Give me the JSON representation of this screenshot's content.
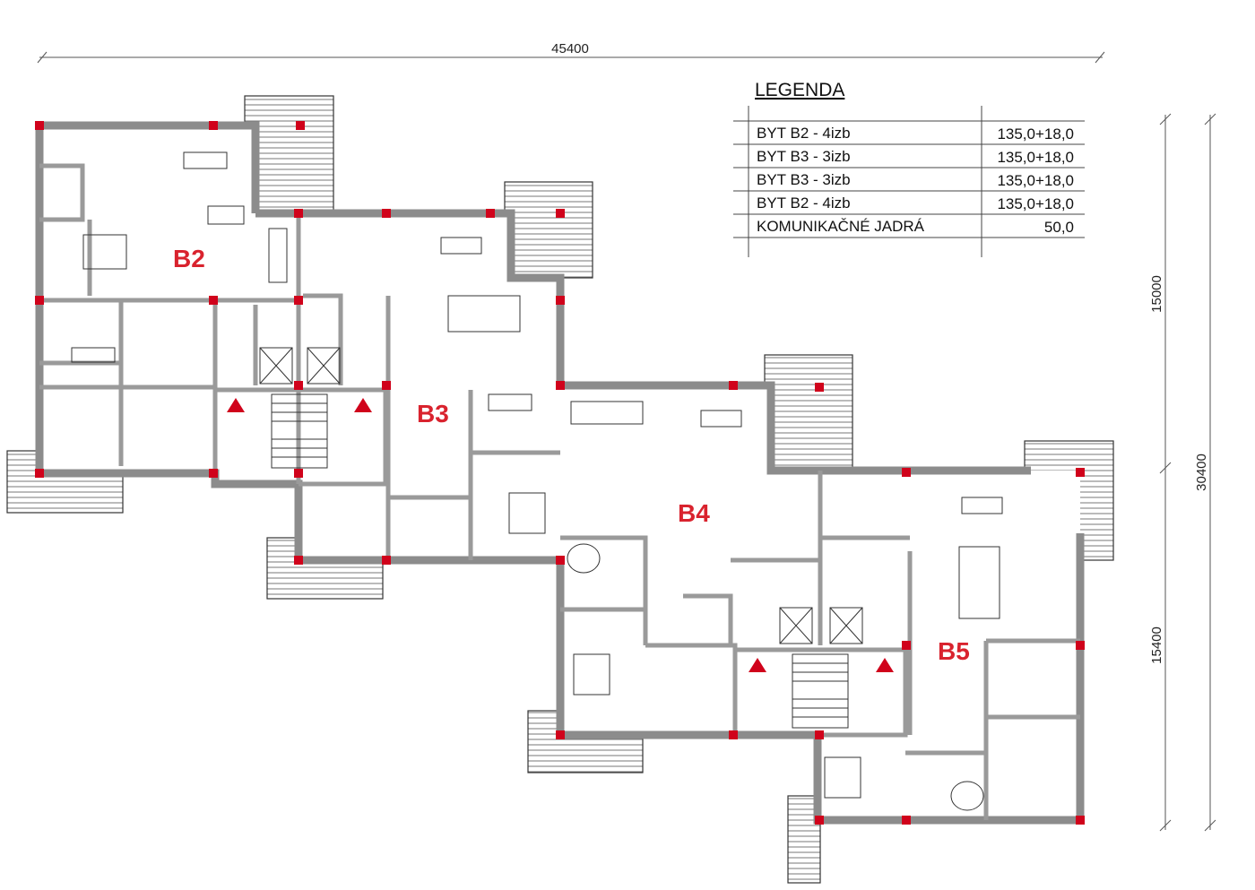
{
  "dimensions": {
    "total_width": "45400",
    "upper_height": "15000",
    "total_height": "30400",
    "lower_height": "15400"
  },
  "apartments": [
    {
      "label": "B2"
    },
    {
      "label": "B3"
    },
    {
      "label": "B4"
    },
    {
      "label": "B5"
    }
  ],
  "legend": {
    "title": "LEGENDA",
    "rows": [
      {
        "name": "BYT B2 - 4izb",
        "area": "135,0+18,0"
      },
      {
        "name": "BYT B3 - 3izb",
        "area": "135,0+18,0"
      },
      {
        "name": "BYT B3 - 3izb",
        "area": "135,0+18,0"
      },
      {
        "name": "BYT B2 - 4izb",
        "area": "135,0+18,0"
      },
      {
        "name": "KOMUNIKAČNÉ JADRÁ",
        "area": "50,0"
      }
    ]
  },
  "colors": {
    "column": "#d0021b",
    "label": "#d9232e",
    "wall": "#8c8c8c"
  }
}
